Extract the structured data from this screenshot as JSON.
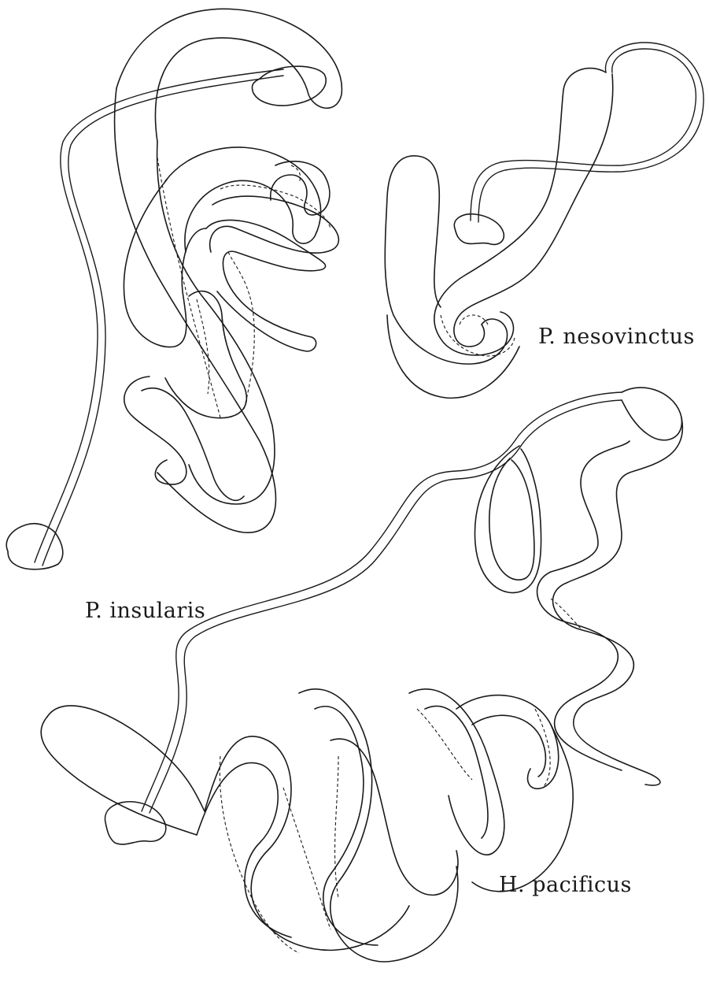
{
  "labels": {
    "insularis": "P. insularis",
    "nesovinctus": "P. nesovinctus",
    "pacificus": "H. pacificus"
  },
  "colors": {
    "ink": "#1a1a1a",
    "paper": "#ffffff"
  }
}
